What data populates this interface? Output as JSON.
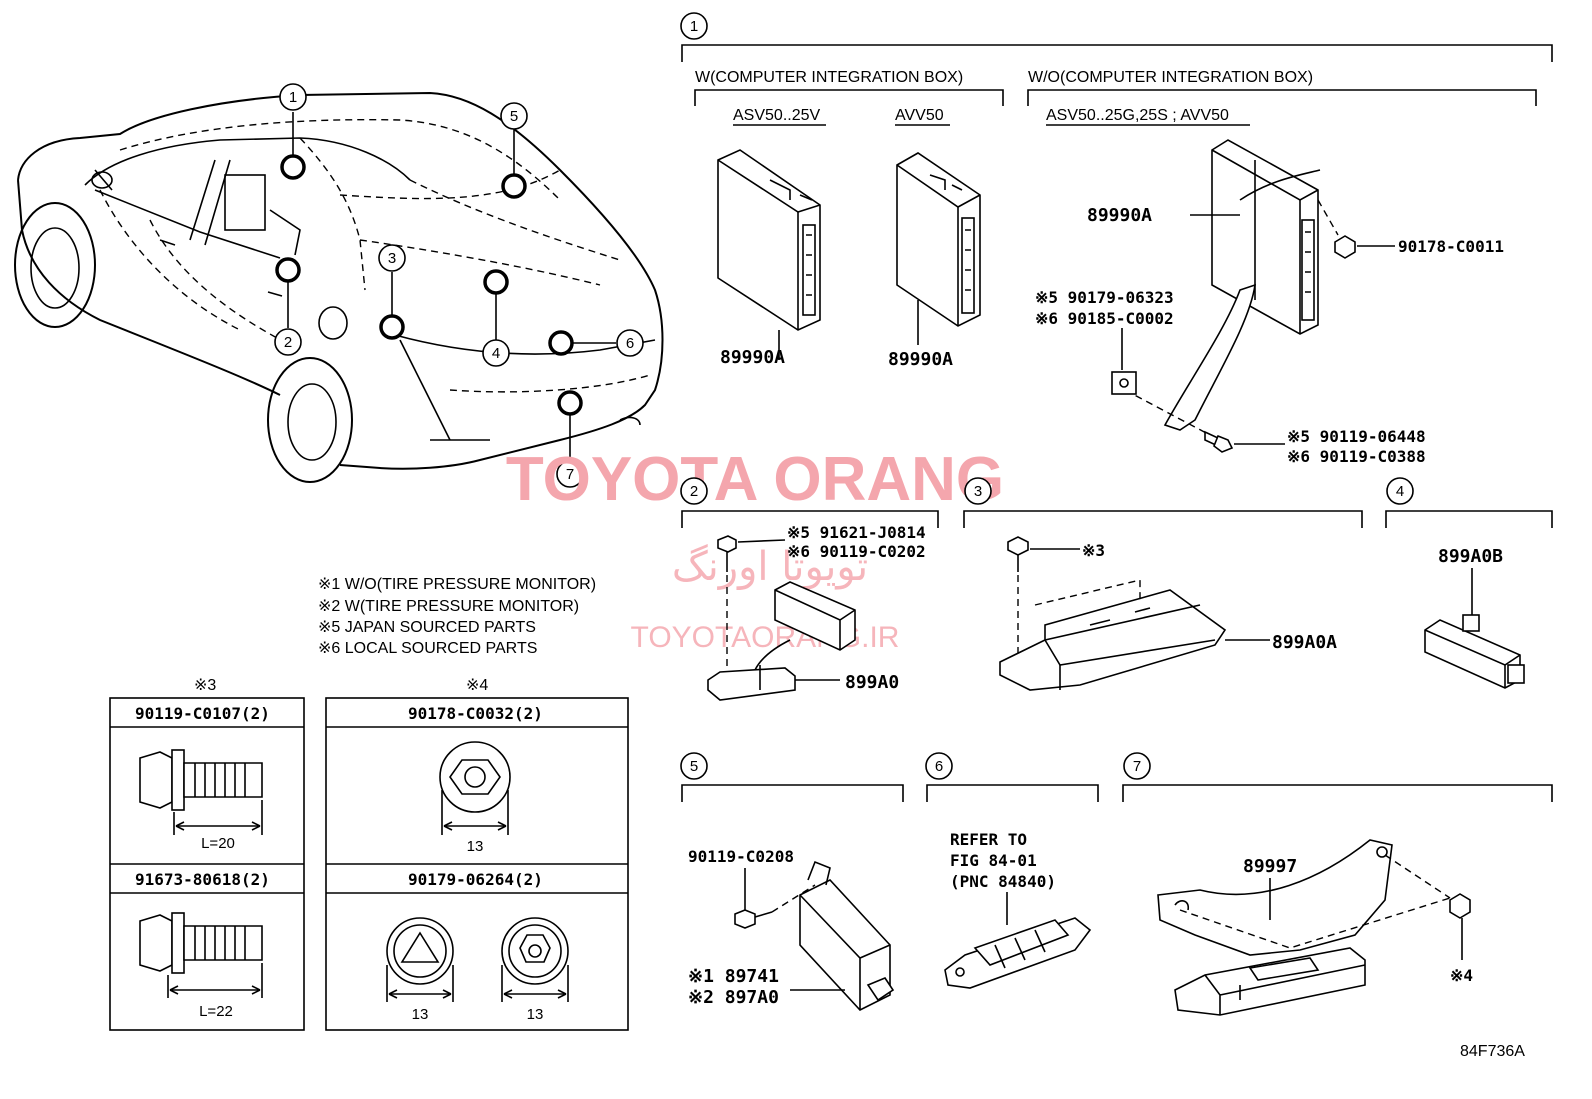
{
  "callouts": [
    "1",
    "2",
    "3",
    "4",
    "5",
    "6",
    "7"
  ],
  "watermark": {
    "main": "TOYOTA ORANG",
    "persian": "تویوتا اورنگ",
    "url": "TOYOTAORANG.IR"
  },
  "section1": {
    "num": "1",
    "with_box": "W(COMPUTER INTEGRATION BOX)",
    "without_box": "W/O(COMPUTER INTEGRATION BOX)",
    "variant_a": "ASV50..25V",
    "variant_b": "AVV50",
    "variant_c": "ASV50..25G,25S ; AVV50",
    "part_a": "89990A",
    "part_b": "89990A",
    "part_c": "89990A",
    "nut": "90178-C0011",
    "clip_j": "※5 90179-06323",
    "clip_l": "※6 90185-C0002",
    "bolt_j": "※5 90119-06448",
    "bolt_l": "※6 90119-C0388"
  },
  "section2": {
    "num": "2",
    "bolt_j": "※5 91621-J0814",
    "bolt_l": "※6 90119-C0202",
    "part": "899A0"
  },
  "section3": {
    "num": "3",
    "bolt_ref": "※3",
    "part": "899A0A"
  },
  "section4": {
    "num": "4",
    "part": "899A0B"
  },
  "section5": {
    "num": "5",
    "bolt": "90119-C0208",
    "part_1": "※1 89741",
    "part_2": "※2 897A0"
  },
  "section6": {
    "num": "6",
    "refer_1": "REFER TO",
    "refer_2": "FIG 84-01",
    "refer_3": "(PNC 84840)"
  },
  "section7": {
    "num": "7",
    "part": "89997",
    "nut_ref": "※4"
  },
  "notes": [
    "※1  W/O(TIRE PRESSURE MONITOR)",
    "※2  W(TIRE PRESSURE MONITOR)",
    "※5  JAPAN SOURCED PARTS",
    "※6  LOCAL SOURCED PARTS"
  ],
  "table3": {
    "ref": "※3",
    "row1_part": "90119-C0107(2)",
    "row1_dim": "L=20",
    "row2_part": "91673-80618(2)",
    "row2_dim": "L=22"
  },
  "table4": {
    "ref": "※4",
    "row1_part": "90178-C0032(2)",
    "row1_dim": "13",
    "row2_part": "90179-06264(2)",
    "row2_dim_a": "13",
    "row2_dim_b": "13"
  },
  "figure_code": "84F736A"
}
